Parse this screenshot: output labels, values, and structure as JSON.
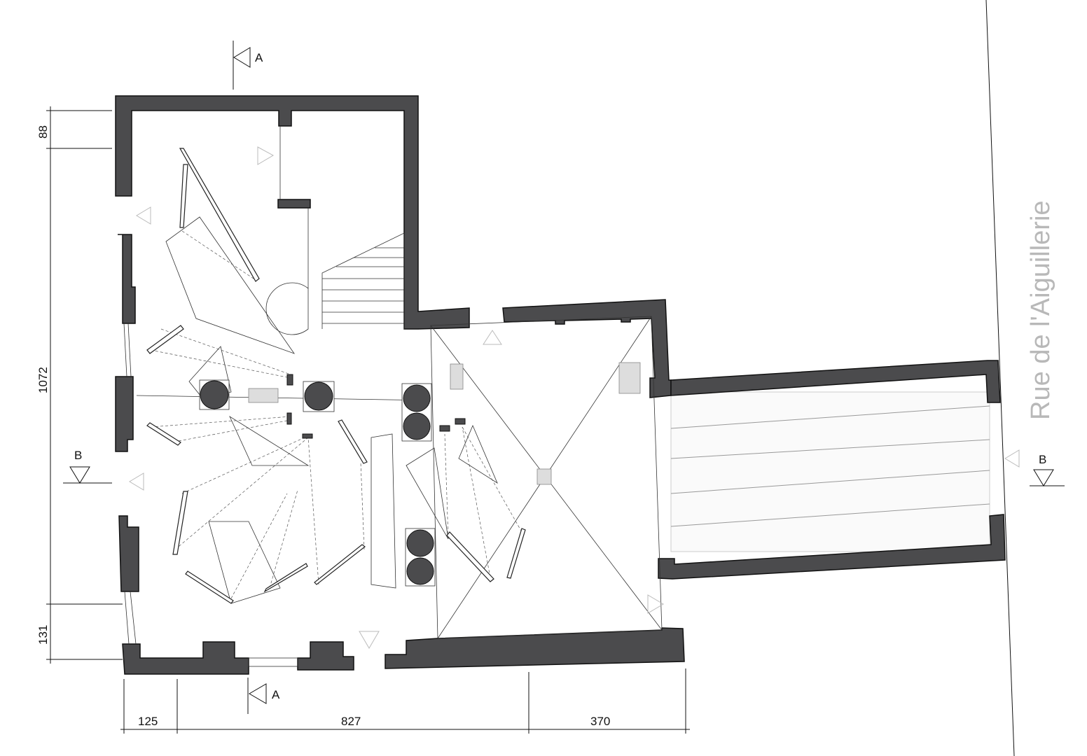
{
  "plan": {
    "section_markers": {
      "a_top": "A",
      "a_bottom": "A",
      "b_left": "B",
      "b_right": "B"
    },
    "dimensions": {
      "vertical": [
        "88",
        "1072",
        "131"
      ],
      "horizontal": [
        "125",
        "827",
        "370"
      ]
    },
    "street_name": "Rue de l'Aiguillerie",
    "colors": {
      "wall": "#4b4b4d",
      "street_label": "#b8b8b8"
    }
  }
}
